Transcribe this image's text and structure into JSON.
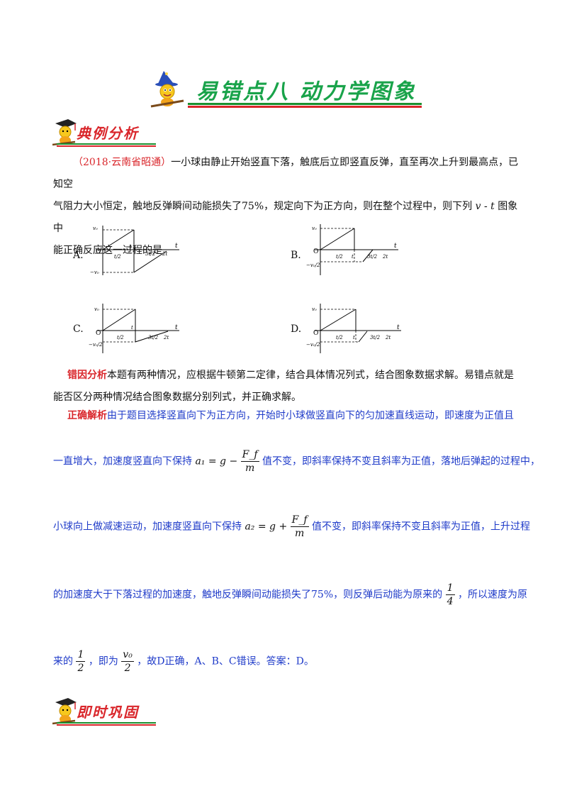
{
  "title": "易错点八  动力学图象",
  "sections": {
    "example": "典例分析",
    "practice": "即时巩固"
  },
  "question": {
    "source": "（2018·云南省昭通）",
    "text_1": "一小球由静止开始竖直下落，触底后立即竖直反弹，直至再次上升到最高点，已知空",
    "text_2": "气阻力大小恒定，触地反弹瞬间动能损失了75%，规定向下为正方向，则在整个过程中，则下列",
    "vt": "v - t",
    "text_2b": "图象中",
    "text_3": "能正确反应这一过程的是"
  },
  "options": [
    {
      "label": "A.",
      "v_top": "v₀",
      "v_bottom": "−v₀",
      "o": "O",
      "t": "t",
      "x_labels": [
        "t/2",
        "t",
        "3t/2",
        "2t"
      ]
    },
    {
      "label": "B.",
      "v_top": "v₀",
      "v_bottom": "−v₀/2",
      "o": "O",
      "t": "t",
      "x_labels": [
        "t/2",
        "t",
        "3t/2",
        "2t"
      ]
    },
    {
      "label": "C.",
      "v_top": "v₀",
      "v_bottom": "−v₀/2",
      "o": "O",
      "t": "t",
      "x_labels": [
        "t/2",
        "t",
        "3t/2",
        "2t"
      ]
    },
    {
      "label": "D.",
      "v_top": "v₀",
      "v_bottom": "−v₀/2",
      "o": "O",
      "t": "t",
      "x_labels": [
        "t/2",
        "t",
        "3t/2",
        "2t"
      ]
    }
  ],
  "error_cause": {
    "label": "错因分析",
    "text_1": "本题有两种情况，应根据牛顿第二定律，结合具体情况列式，结合图象数据求解。易错点就是",
    "text_2": "能否区分两种情况结合图象数据分别列式，并正确求解。"
  },
  "analysis": {
    "label": "正确解析",
    "line_1": "由于题目选择竖直向下为正方向，开始时小球做竖直向下的匀加速直线运动，即速度为正值且",
    "line_2a": "一直增大，加速度竖直向下保持",
    "eq1_lhs": "a₁ = g −",
    "eq1_num": "F_f",
    "eq1_den": "m",
    "line_2b": "值不变，即斜率保持不变且斜率为正值，落地后弹起的过程中，",
    "line_3a": "小球向上做减速运动，加速度竖直向下保持",
    "eq2_lhs": "a₂ = g +",
    "eq2_num": "F_f",
    "eq2_den": "m",
    "line_3b": "值不变，即斜率保持不变且斜率为正值，上升过程",
    "line_4a": "的加速度大于下落过程的加速度，触地反弹瞬间动能损失了75%，则反弹后动能为原来的",
    "frac_q_num": "1",
    "frac_q_den": "4",
    "line_4b": "，所以速度为原",
    "line_5a": "来的",
    "frac_h_num": "1",
    "frac_h_den": "2",
    "line_5b": "，即为",
    "frac_v_num": "v₀",
    "frac_v_den": "2",
    "line_5c": "，故D正确，A、B、C错误。答案：D。"
  }
}
